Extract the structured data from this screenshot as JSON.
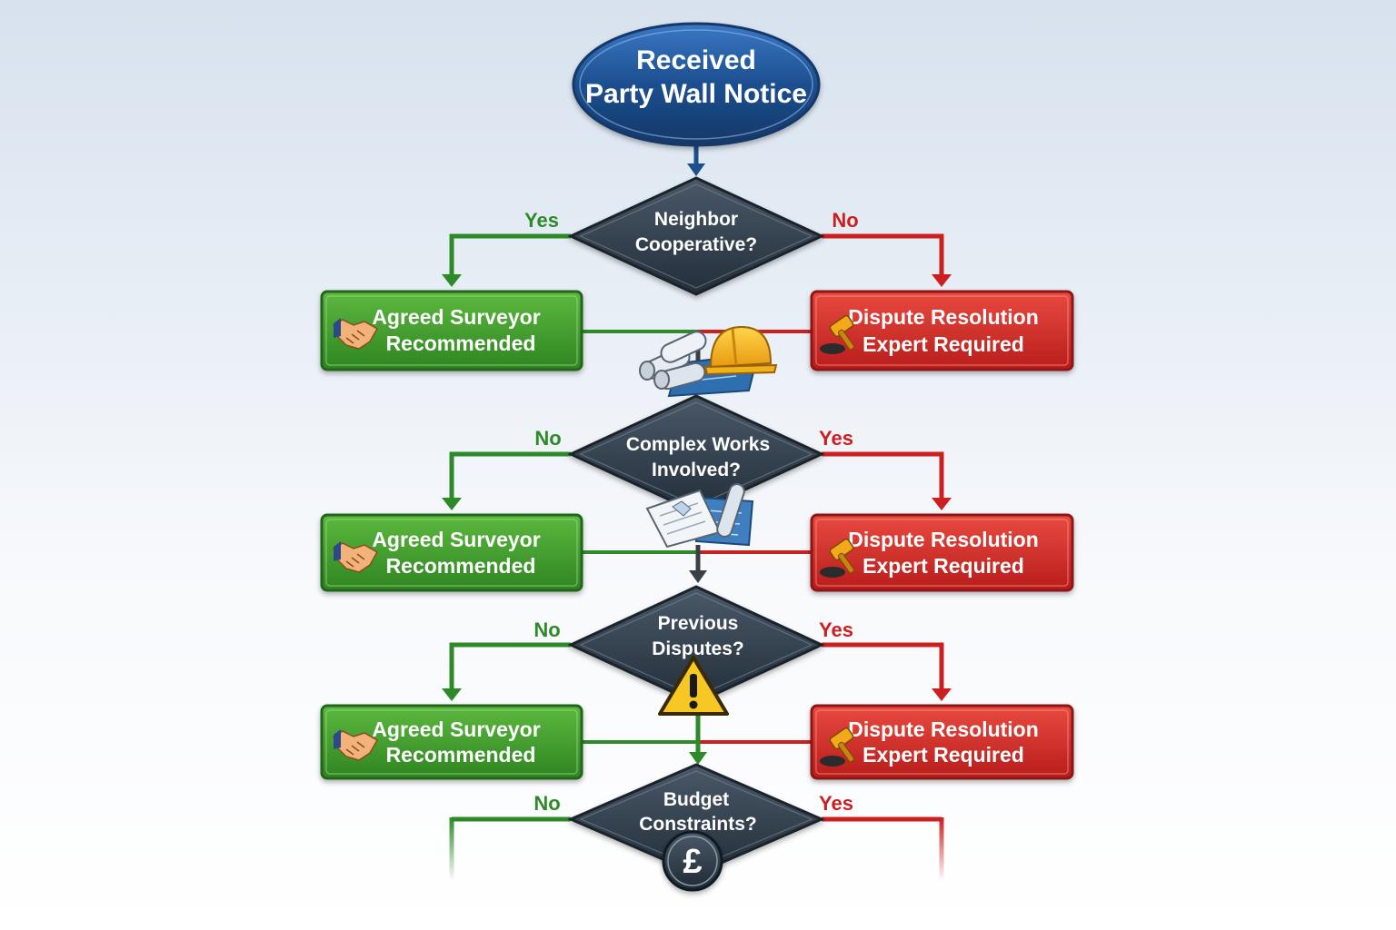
{
  "start": {
    "line1": "Received",
    "line2": "Party Wall Notice"
  },
  "decisions": [
    {
      "line1": "Neighbor",
      "line2": "Cooperative?",
      "left_label": "Yes",
      "right_label": "No",
      "icon": "blueprints-hardhat-icon"
    },
    {
      "line1": "Complex Works",
      "line2": "Involved?",
      "left_label": "No",
      "right_label": "Yes",
      "icon": "contract-handshake-icon"
    },
    {
      "line1": "Previous",
      "line2": "Disputes?",
      "left_label": "No",
      "right_label": "Yes",
      "icon": "warning-icon"
    },
    {
      "line1": "Budget",
      "line2": "Constraints?",
      "left_label": "No",
      "right_label": "Yes",
      "icon": "pound-coin-icon",
      "coin_symbol": "£"
    }
  ],
  "outcomes": {
    "green": {
      "line1": "Agreed Surveyor",
      "line2": "Recommended",
      "icon": "handshake-icon"
    },
    "red": {
      "line1": "Dispute Resolution",
      "line2": "Expert Required",
      "icon": "gavel-icon"
    }
  },
  "colors": {
    "start_fill": "#1d4f8f",
    "decision_fill": "#2f3d4b",
    "green_box": "#3f9a2c",
    "red_box": "#d42a28",
    "green_line": "#2e8a28",
    "red_line": "#cc2020",
    "arrow_dark": "#3a3f46"
  }
}
